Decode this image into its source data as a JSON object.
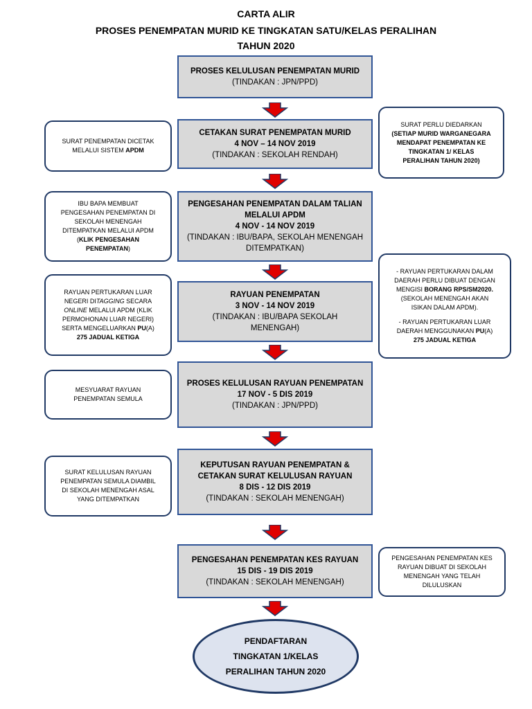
{
  "header": {
    "line1": "CARTA ALIR",
    "line2": "PROSES PENEMPATAN MURID KE TINGKATAN SATU/KELAS PERALIHAN",
    "line3": "TAHUN 2020"
  },
  "steps": [
    {
      "title": "PROSES KELULUSAN PENEMPATAN MURID",
      "action": "(TINDAKAN : JPN/PPD)"
    },
    {
      "title": "CETAKAN SURAT PENEMPATAN MURID",
      "date": "4 NOV – 14 NOV 2019",
      "action": "(TINDAKAN : SEKOLAH RENDAH)"
    },
    {
      "title1": "PENGESAHAN PENEMPATAN DALAM TALIAN",
      "title2": "MELALUI APDM",
      "date": "4 NOV - 14 NOV 2019",
      "action1": "(TINDAKAN : IBU/BAPA, SEKOLAH MENENGAH",
      "action2": "DITEMPATKAN)"
    },
    {
      "title": "RAYUAN PENEMPATAN",
      "date": "3 NOV - 14 NOV 2019",
      "action1": "(TINDAKAN : IBU/BAPA SEKOLAH",
      "action2": "MENENGAH)"
    },
    {
      "title": "PROSES KELULUSAN RAYUAN PENEMPATAN",
      "date": "17 NOV - 5 DIS 2019",
      "action": "(TINDAKAN : JPN/PPD)"
    },
    {
      "title1": "KEPUTUSAN RAYUAN PENEMPATAN &",
      "title2": "CETAKAN SURAT KELULUSAN RAYUAN",
      "date": "8 DIS - 12 DIS 2019",
      "action": "(TINDAKAN : SEKOLAH MENENGAH)"
    },
    {
      "title": "PENGESAHAN PENEMPATAN KES RAYUAN",
      "date": "15 DIS - 19 DIS 2019",
      "action": "(TINDAKAN : SEKOLAH MENENGAH)"
    }
  ],
  "final": {
    "line1": "PENDAFTARAN",
    "line2": "TINGKATAN 1/KELAS",
    "line3": "PERALIHAN TAHUN 2020"
  },
  "notes": {
    "left1": {
      "l1": "SURAT PENEMPATAN DICETAK",
      "l2a": "MELALUI SISTEM ",
      "l2b": "APDM"
    },
    "right1": {
      "l1": "SURAT PERLU DIEDARKAN",
      "l2": "(SETIAP MURID WARGANEGARA",
      "l3": "MENDAPAT PENEMPATAN KE",
      "l4": "TINGKATAN 1/ KELAS",
      "l5": "PERALIHAN TAHUN 2020)"
    },
    "left2": {
      "l1": "IBU BAPA MEMBUAT",
      "l2": "PENGESAHAN PENEMPATAN DI",
      "l3": "SEKOLAH MENENGAH",
      "l4": "DITEMPATKAN MELALUI APDM",
      "l5a": "(",
      "l5b": "KLIK PENGESAHAN",
      "l6a": "PENEMPATAN",
      "l6b": ")"
    },
    "left3": {
      "l1": "RAYUAN PERTUKARAN LUAR",
      "l2a": "NEGERI DI",
      "l2b": "TAGGING",
      "l2c": " SECARA",
      "l3a": "ONLINE",
      "l3b": " MELALUI  APDM (KLIK",
      "l4": "PERMOHONAN LUAR NEGERI)",
      "l5a": "SERTA MENGELUARKAN ",
      "l5b": "PU",
      "l5c": "(A)",
      "l6": "275 JADUAL KETIGA"
    },
    "right2": {
      "l1": "- RAYUAN PERTUKARAN DALAM",
      "l2": "DAERAH PERLU DIBUAT DENGAN",
      "l3a": "MENGISI ",
      "l3b": "BORANG RPS/SM2020.",
      "l4": "(SEKOLAH MENENGAH AKAN",
      "l5": "ISIKAN DALAM APDM).",
      "l6": "- RAYUAN PERTUKARAN LUAR",
      "l7a": "DAERAH MENGGUNAKAN ",
      "l7b": "PU",
      "l7c": "(A)",
      "l8": "275 JADUAL KETIGA"
    },
    "left4": {
      "l1": "MESYUARAT RAYUAN",
      "l2": "PENEMPATAN SEMULA"
    },
    "left5": {
      "l1": "SURAT KELULUSAN RAYUAN",
      "l2": "PENEMPATAN SEMULA DIAMBIL",
      "l3": "DI SEKOLAH MENENGAH ASAL",
      "l4": "YANG DITEMPATKAN"
    },
    "right3": {
      "l1": "PENGESAHAN PENEMPATAN KES",
      "l2": "RAYUAN DIBUAT DI SEKOLAH",
      "l3": "MENENGAH YANG TELAH",
      "l4": "DILULUSKAN"
    }
  },
  "colors": {
    "arrow_fill": "#e00000",
    "arrow_stroke": "#1f3864",
    "box_fill": "#d9d9d9",
    "box_border": "#2f5496",
    "oval_fill": "#dde3ef"
  }
}
